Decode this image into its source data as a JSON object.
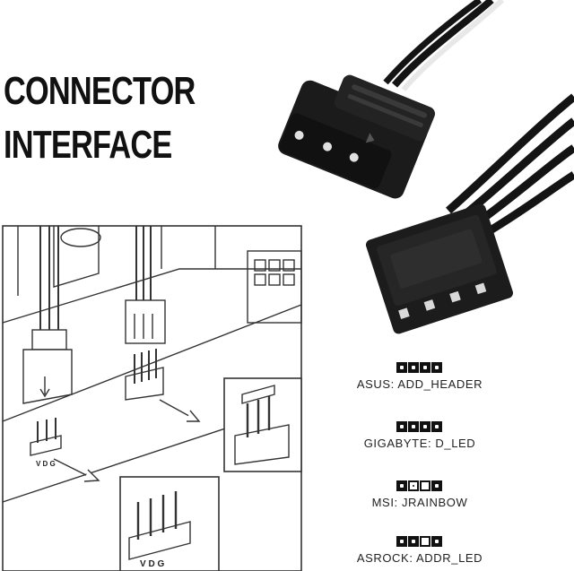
{
  "title": {
    "line1": "CONNECTOR",
    "line2": "INTERFACE"
  },
  "motherboard_labels": {
    "header_small": "V D G",
    "header_zoom": "V D G"
  },
  "legend": [
    {
      "label": "ASUS: ADD_HEADER",
      "pins": [
        "filled",
        "filled",
        "filled",
        "filled"
      ]
    },
    {
      "label": "GIGABYTE: D_LED",
      "pins": [
        "filled",
        "filled",
        "filled",
        "filled"
      ]
    },
    {
      "label": "MSI: JRAINBOW",
      "pins": [
        "filled",
        "dot",
        "blank",
        "filled"
      ]
    },
    {
      "label": "ASROCK: ADDR_LED",
      "pins": [
        "filled",
        "filled",
        "blank",
        "filled"
      ]
    }
  ],
  "colors": {
    "connector": "#1a1a1a",
    "cable_black": "#141414",
    "cable_white": "#f2f2f2",
    "line_art": "#333333"
  }
}
